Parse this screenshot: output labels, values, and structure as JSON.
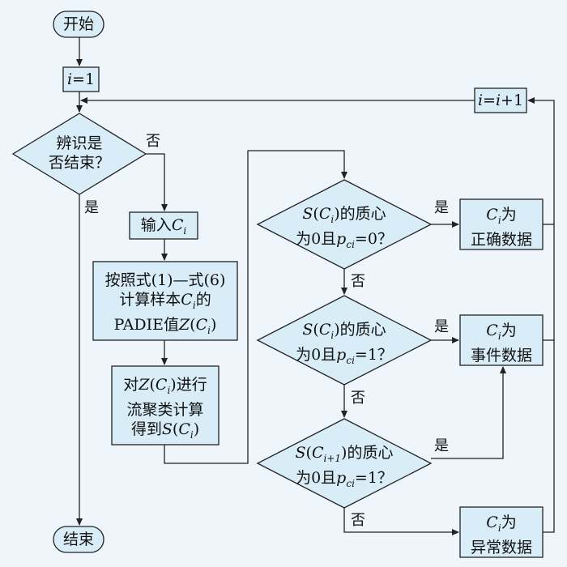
{
  "nodes": {
    "start": "开始",
    "init": {
      "var": "i",
      "rest": "=1"
    },
    "loop_check": [
      "辨识是",
      "否结束？"
    ],
    "input": {
      "text": "输入",
      "var": "C",
      "sub": "i"
    },
    "compute": {
      "line1": "按照式(1)—式(6)",
      "line2_a": "计算样本",
      "line2_var": "C",
      "line2_sub": "i",
      "line2_b": "的",
      "line3_a": "PADIE值",
      "line3_var": "Z",
      "line3_b": "(",
      "line3_var2": "C",
      "line3_sub": "i",
      "line3_c": ")"
    },
    "cluster": {
      "line1_a": "对",
      "line1_var": "Z",
      "line1_b": "(",
      "line1_var2": "C",
      "line1_sub": "i",
      "line1_c": ")进行",
      "line2": "流聚类计算",
      "line3_a": "得到",
      "line3_var": "S",
      "line3_b": "(",
      "line3_var2": "C",
      "line3_sub": "i",
      "line3_c": ")"
    },
    "d1": {
      "l1_var": "S",
      "l1_b": "(",
      "l1_var2": "C",
      "l1_sub": "i",
      "l1_c": ")的质心",
      "l2_a": "为0且",
      "l2_var": "p",
      "l2_sub": "ci",
      "l2_b": "=0？"
    },
    "d2": {
      "l1_var": "S",
      "l1_b": "(",
      "l1_var2": "C",
      "l1_sub": "i",
      "l1_c": ")的质心",
      "l2_a": "为0且",
      "l2_var": "p",
      "l2_sub": "ci",
      "l2_b": "=1？"
    },
    "d3": {
      "l1_var": "S",
      "l1_b": "(",
      "l1_var2": "C",
      "l1_sub": "i+1",
      "l1_c": ")的质心",
      "l2_a": "为0且",
      "l2_var": "p",
      "l2_sub": "ci",
      "l2_b": "=1？"
    },
    "r1": {
      "var": "C",
      "sub": "i",
      "a": "为",
      "b": "正确数据"
    },
    "r2": {
      "var": "C",
      "sub": "i",
      "a": "为",
      "b": "事件数据"
    },
    "r3": {
      "var": "C",
      "sub": "i",
      "a": "为",
      "b": "异常数据"
    },
    "incr": {
      "v1": "i",
      "mid": "=",
      "v2": "i",
      "end": "+1"
    },
    "end": "结束"
  },
  "edges": {
    "no1": "否",
    "yes1": "是",
    "yes_d1": "是",
    "no_d1": "否",
    "yes_d2": "是",
    "no_d2": "否",
    "yes_d3": "是",
    "no_d3": "否"
  }
}
